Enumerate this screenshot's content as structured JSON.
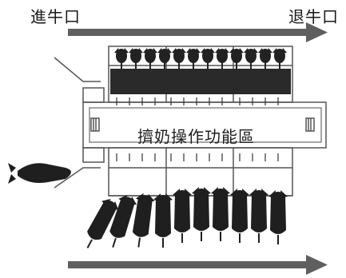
{
  "labels": {
    "entrance": "進牛口",
    "exit": "退牛口",
    "center": "擠奶操作功能區"
  }
}
